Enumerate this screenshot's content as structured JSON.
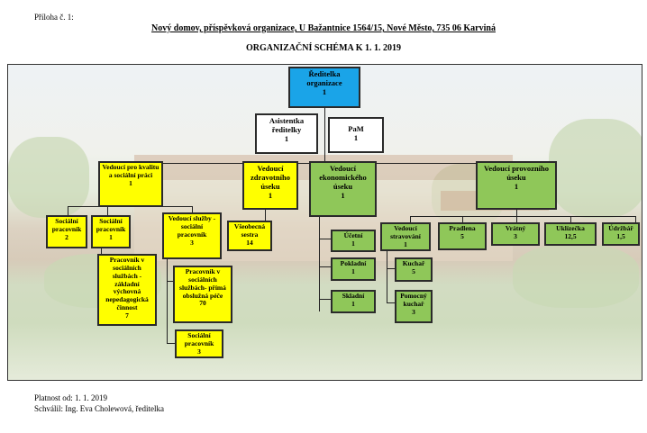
{
  "header": {
    "attachment": "Příloha č. 1:",
    "organization": "Nový domov, příspěvková organizace, U Bažantnice 1564/15,  Nové Město, 735 06 Karviná",
    "title": "ORGANIZAČNÍ SCHÉMA K 1. 1. 2019"
  },
  "chart": {
    "director": {
      "label": "Ředitelka organizace",
      "count": "1"
    },
    "assistant": {
      "label": "Asistentka ředitelky",
      "count": "1"
    },
    "pam": {
      "label": "PaM",
      "count": "1"
    },
    "quality": {
      "label": "Vedoucí pro kvalitu a sociální práci",
      "count": "1"
    },
    "health": {
      "label": "Vedoucí zdravotního úseku",
      "count": "1"
    },
    "economic": {
      "label": "Vedoucí ekonomického úseku",
      "count": "1"
    },
    "operations": {
      "label": "Vedoucí provozního úseku",
      "count": "1"
    },
    "soc_worker_a": {
      "label": "Sociální pracovník",
      "count": "2"
    },
    "soc_worker_b": {
      "label": "Sociální pracovník",
      "count": "1"
    },
    "soc_services_a": {
      "label": "Pracovník v sociálních službách - základní výchovná nepedagogická činnost",
      "count": "7"
    },
    "service_head": {
      "label": "Vedoucí služby - sociální pracovník",
      "count": "3"
    },
    "soc_services_b": {
      "label": "Pracovník v sociálních službách- přímá obslužná péče",
      "count": "70"
    },
    "soc_worker_c": {
      "label": "Sociální pracovník",
      "count": "3"
    },
    "nurse": {
      "label": "Všeobecná sestra",
      "count": "14"
    },
    "accountant": {
      "label": "Účetní",
      "count": "1"
    },
    "cashier": {
      "label": "Pokladní",
      "count": "1"
    },
    "storekeeper": {
      "label": "Skladní",
      "count": "1"
    },
    "catering_head": {
      "label": "Vedoucí stravování",
      "count": "1"
    },
    "cook": {
      "label": "Kuchař",
      "count": "5"
    },
    "cook_helper": {
      "label": "Pomocný kuchař",
      "count": "3"
    },
    "laundress": {
      "label": "Pradlena",
      "count": "5"
    },
    "porter": {
      "label": "Vrátný",
      "count": "3"
    },
    "cleaner": {
      "label": "Uklízečka",
      "count": "12,5"
    },
    "maintainer": {
      "label": "Údržbář",
      "count": "1,5"
    }
  },
  "footer": {
    "validity": "Platnost od: 1. 1. 2019",
    "approved": "Schválil: Ing. Eva Cholewová, ředitelka"
  },
  "colors": {
    "director": "#1aa4e8",
    "social_health": "#ffff00",
    "economic_operations": "#8fc759",
    "staff": "#ffffff"
  }
}
